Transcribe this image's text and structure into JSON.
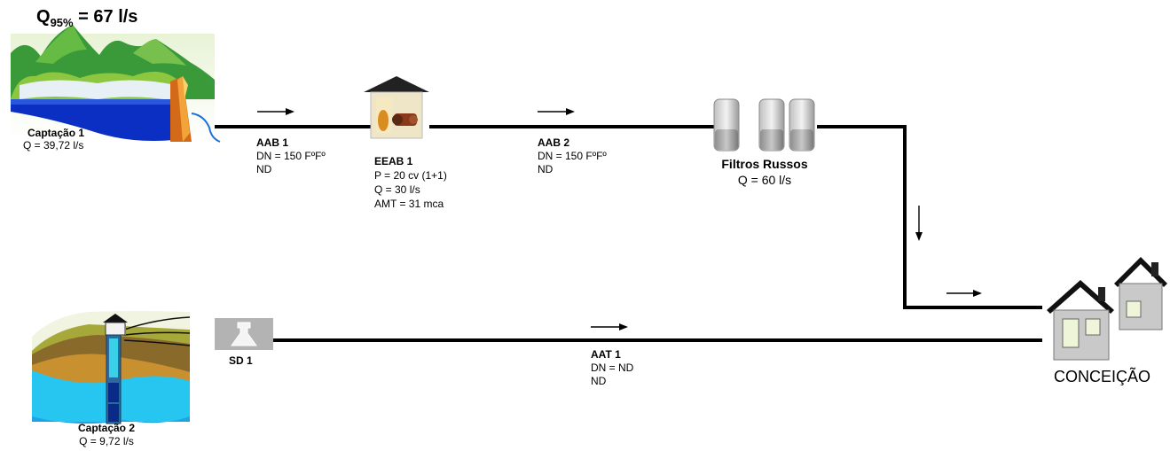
{
  "flow_header": {
    "q_symbol": "Q",
    "q_subscript": "95%",
    "q_value": "= 67 l/s"
  },
  "captacao1": {
    "title": "Captação 1",
    "flow": "Q = 39,72 l/s"
  },
  "aab1": {
    "title": "AAB 1",
    "line1": "DN = 150 FºFº",
    "line2": "ND"
  },
  "eeab1": {
    "title": "EEAB 1",
    "line1": "P = 20 cv (1+1)",
    "line2": "Q = 30 l/s",
    "line3": "AMT = 31 mca"
  },
  "aab2": {
    "title": "AAB 2",
    "line1": "DN = 150 FºFº",
    "line2": "ND"
  },
  "filtros": {
    "title": "Filtros Russos",
    "flow": "Q = 60 l/s"
  },
  "captacao2": {
    "title": "Captação 2",
    "flow": "Q = 9,72 l/s"
  },
  "sd1": {
    "title": "SD 1"
  },
  "aat1": {
    "title": "AAT 1",
    "line1": "DN = ND",
    "line2": "ND"
  },
  "destination": {
    "name": "CONCEIÇÃO"
  },
  "icons": [
    "reservoir-dam-icon",
    "pump-station-icon",
    "filter-tanks-icon",
    "well-icon",
    "flask-icon",
    "houses-icon"
  ],
  "colors": {
    "pipe": "#000000",
    "water": "#1ea3e6",
    "mountain": "#3a9a3a"
  }
}
